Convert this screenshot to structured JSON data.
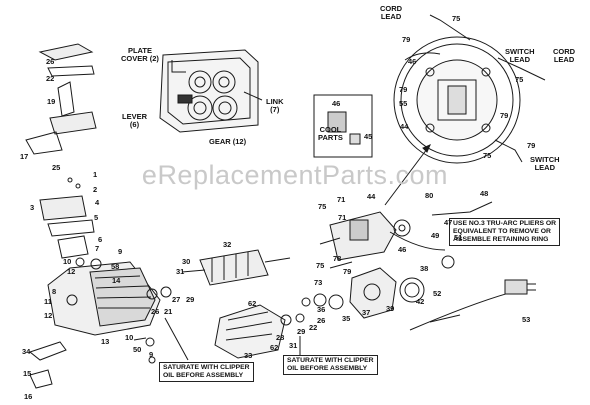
{
  "watermark": "eReplacementParts.com",
  "part_numbers": {
    "p75_cord_top": "75",
    "p79_top": "79",
    "p46_motor": "46",
    "p79_a": "79",
    "p55": "55",
    "p44_motor": "44",
    "p75_right": "75",
    "p79_right": "79",
    "p79_lower": "79",
    "p75_lower": "75",
    "p26_top": "26",
    "p22": "22",
    "p19": "19",
    "p17": "17",
    "p25": "25",
    "p1": "1",
    "p2": "2",
    "p3": "3",
    "p4": "4",
    "p5": "5",
    "p6": "6",
    "p7": "7",
    "p9": "9",
    "p10_a": "10",
    "p12_a": "12",
    "p58": "58",
    "p14": "14",
    "p8": "8",
    "p11": "11",
    "p12_b": "12",
    "p13": "13",
    "p10_b": "10",
    "p50": "50",
    "p9_b": "9",
    "p34": "34",
    "p15": "15",
    "p16": "16",
    "p46_cool": "46",
    "p45": "45",
    "p30": "30",
    "p32": "32",
    "p31_a": "31",
    "p27": "27",
    "p29_a": "29",
    "p21": "21",
    "p26_mid": "26",
    "p62_a": "62",
    "p33": "33",
    "p62_b": "62",
    "p31_b": "31",
    "p28": "28",
    "p29_b": "29",
    "p22_b": "22",
    "p26_b": "26",
    "p75_mid": "75",
    "p71": "71",
    "p44_mid": "44",
    "p71_b": "71",
    "p78": "78",
    "p75_c": "75",
    "p73": "73",
    "p79_mid": "79",
    "p46_mid": "46",
    "p80": "80",
    "p48": "48",
    "p47": "47",
    "p49": "49",
    "p51": "51",
    "p36": "36",
    "p35": "35",
    "p37": "37",
    "p39": "39",
    "p38": "38",
    "p52": "52",
    "p42": "42",
    "p53": "53"
  },
  "captions": {
    "plate_cover": [
      "PLATE",
      "COVER (2)"
    ],
    "lever": [
      "LEVER",
      "(6)"
    ],
    "link": [
      "LINK",
      "(7)"
    ],
    "gear": "GEAR (12)",
    "cool_parts": [
      "COOL",
      "PARTS"
    ],
    "cord_lead_top": [
      "CORD",
      "LEAD"
    ],
    "switch_lead_right": [
      "SWITCH",
      "LEAD"
    ],
    "cord_lead_right": [
      "CORD",
      "LEAD"
    ],
    "switch_lead_lower": [
      "SWITCH",
      "LEAD"
    ]
  },
  "notes": {
    "retaining_ring": [
      "USE NO.3 TRU-ARC PLIERS OR",
      "EQUIVALENT TO REMOVE OR",
      "ASSEMBLE RETAINING RING"
    ],
    "saturate_left": [
      "SATURATE WITH CLIPPER",
      "OIL BEFORE ASSEMBLY"
    ],
    "saturate_mid": [
      "SATURATE WITH CLIPPER",
      "OIL BEFORE ASSEMBLY"
    ]
  }
}
